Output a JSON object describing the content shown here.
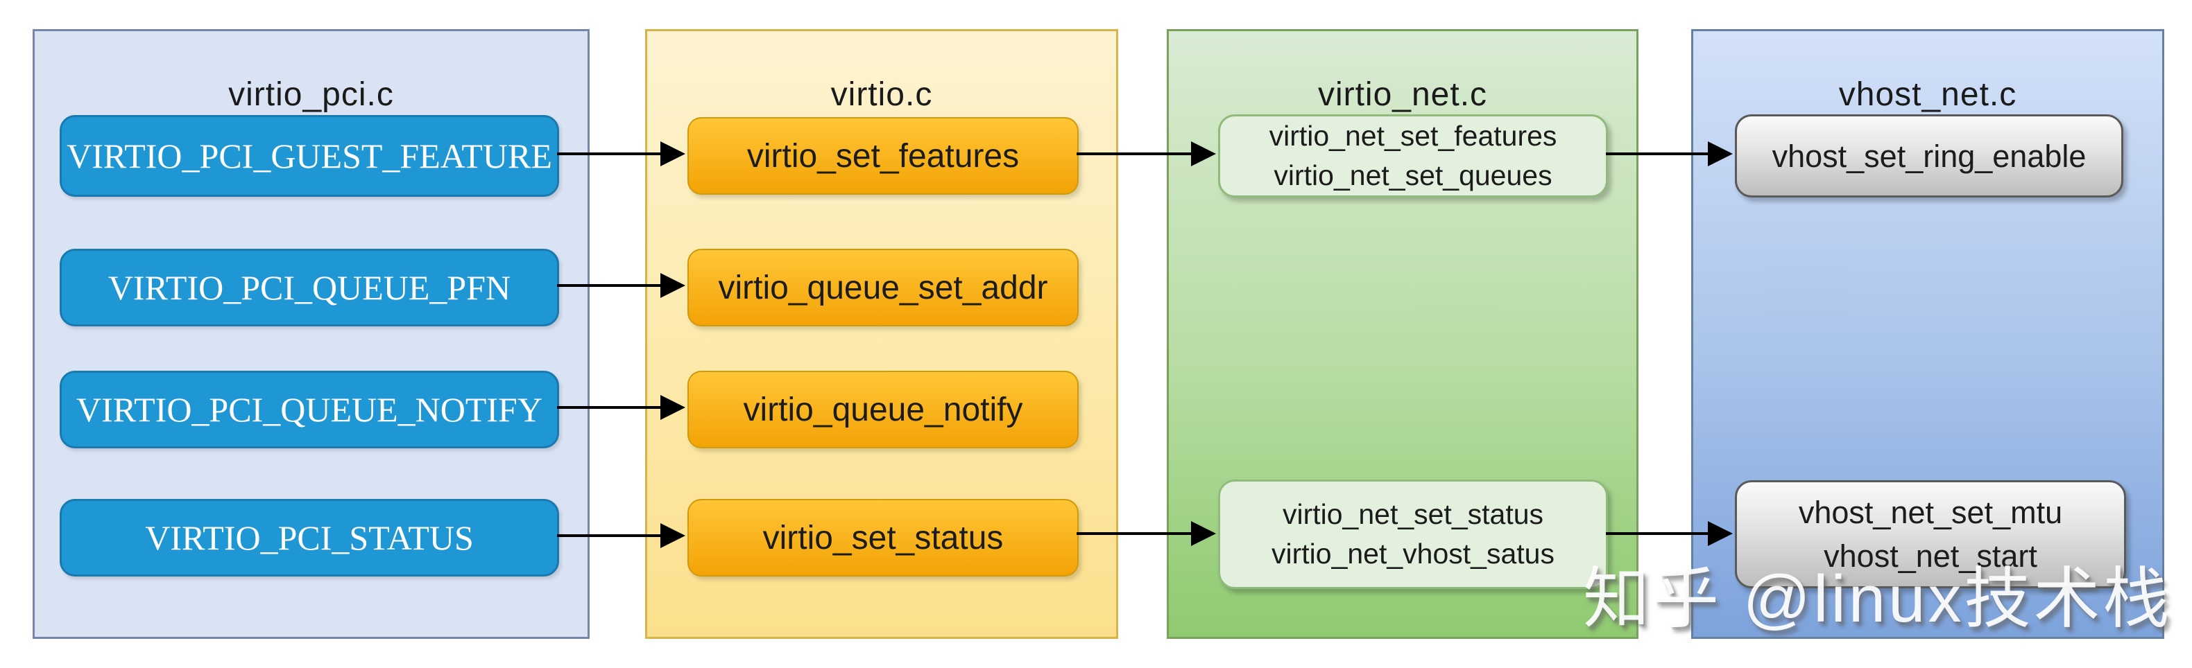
{
  "watermark": "知乎 @linux技术栈",
  "colors": {
    "panel_virtio_pci_fill": "#dae3f3",
    "panel_virtio_fill_top": "#fdf3d1",
    "panel_virtio_fill_bottom": "#fbdf8c",
    "panel_virtio_net_fill_top": "#d9ebd4",
    "panel_virtio_net_fill_bottom": "#8fca70",
    "panel_vhost_net_fill_top": "#d3e1f8",
    "panel_vhost_net_fill_bottom": "#7da3dc",
    "node_blue": "#2097d5",
    "node_orange_top": "#ffc637",
    "node_orange_bottom": "#f3a306",
    "node_green": "#e4f0de",
    "node_gray_top": "#fafafa",
    "node_gray_bottom": "#bdbdbd",
    "arrow": "#000000"
  },
  "columns": [
    {
      "id": "virtio_pci",
      "title": "virtio_pci.c",
      "boxes": [
        {
          "lines": [
            "VIRTIO_PCI_GUEST_FEATURE"
          ]
        },
        {
          "lines": [
            "VIRTIO_PCI_QUEUE_PFN"
          ]
        },
        {
          "lines": [
            "VIRTIO_PCI_QUEUE_NOTIFY"
          ]
        },
        {
          "lines": [
            "VIRTIO_PCI_STATUS"
          ]
        }
      ]
    },
    {
      "id": "virtio",
      "title": "virtio.c",
      "boxes": [
        {
          "lines": [
            "virtio_set_features"
          ]
        },
        {
          "lines": [
            "virtio_queue_set_addr"
          ]
        },
        {
          "lines": [
            "virtio_queue_notify"
          ]
        },
        {
          "lines": [
            "virtio_set_status"
          ]
        }
      ]
    },
    {
      "id": "virtio_net",
      "title": "virtio_net.c",
      "boxes": [
        {
          "lines": [
            "virtio_net_set_features",
            "virtio_net_set_queues"
          ]
        },
        {
          "lines": [
            "virtio_net_set_status",
            "virtio_net_vhost_satus"
          ]
        }
      ]
    },
    {
      "id": "vhost_net",
      "title": "vhost_net.c",
      "boxes": [
        {
          "lines": [
            "vhost_set_ring_enable"
          ]
        },
        {
          "lines": [
            "vhost_net_set_mtu",
            "vhost_net_start"
          ]
        }
      ]
    }
  ],
  "arrows": [
    {
      "from": "VIRTIO_PCI_GUEST_FEATURE",
      "to": "virtio_set_features"
    },
    {
      "from": "VIRTIO_PCI_QUEUE_PFN",
      "to": "virtio_queue_set_addr"
    },
    {
      "from": "VIRTIO_PCI_QUEUE_NOTIFY",
      "to": "virtio_queue_notify"
    },
    {
      "from": "VIRTIO_PCI_STATUS",
      "to": "virtio_set_status"
    },
    {
      "from": "virtio_set_features",
      "to": "virtio_net_set_features / virtio_net_set_queues"
    },
    {
      "from": "virtio_set_status",
      "to": "virtio_net_set_status / virtio_net_vhost_satus"
    },
    {
      "from": "virtio_net_set_features / virtio_net_set_queues",
      "to": "vhost_set_ring_enable"
    },
    {
      "from": "virtio_net_set_status / virtio_net_vhost_satus",
      "to": "vhost_net_set_mtu / vhost_net_start"
    }
  ]
}
